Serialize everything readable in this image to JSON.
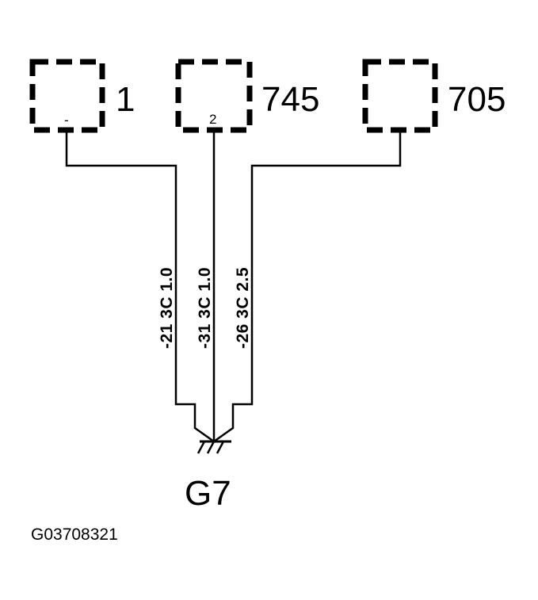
{
  "components": [
    {
      "id": "1",
      "number": "1",
      "pin": "-"
    },
    {
      "id": "745",
      "number": "745",
      "pin": "2"
    },
    {
      "id": "705",
      "number": "705",
      "pin": ""
    }
  ],
  "wires": [
    {
      "label": "-21 3C 1.0"
    },
    {
      "label": "-31 3C 1.0"
    },
    {
      "label": "-26 3C 2.5"
    }
  ],
  "ground": {
    "label": "G7"
  },
  "figure_id": "G03708321",
  "colors": {
    "ink": "#000000",
    "background": "#ffffff"
  }
}
